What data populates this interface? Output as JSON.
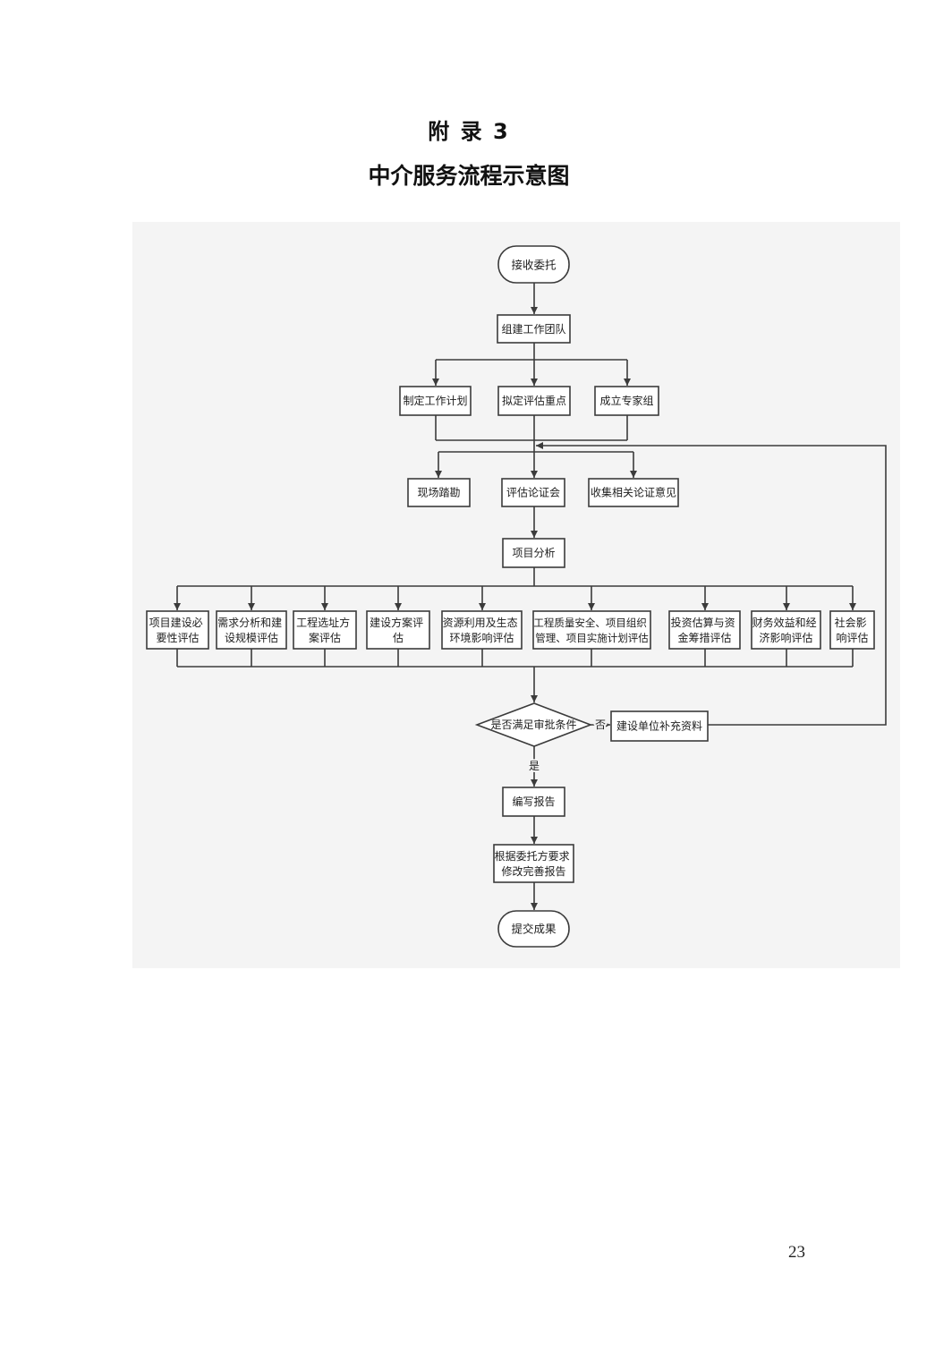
{
  "heading": {
    "appendix": "附 录 3",
    "title": "中介服务流程示意图"
  },
  "flowchart": {
    "start": "接收委托",
    "form_team": "组建工作团队",
    "preparation": {
      "work_plan": "制定工作计划",
      "assessment_focus": "拟定评估重点",
      "expert_group": "成立专家组"
    },
    "investigation": {
      "site_survey": "现场踏勘",
      "review_meeting": "评估论证会",
      "collect_opinions": "收集相关论证意见"
    },
    "project_analysis": "项目分析",
    "evaluations": [
      {
        "lines": [
          "项目建设必",
          "要性评估"
        ]
      },
      {
        "lines": [
          "需求分析和建",
          "设规模评估"
        ]
      },
      {
        "lines": [
          "工程选址方",
          "案评估"
        ]
      },
      {
        "lines": [
          "建设方案评",
          "估"
        ]
      },
      {
        "lines": [
          "资源利用及生态",
          "环境影响评估"
        ]
      },
      {
        "lines": [
          "工程质量安全、项目组织",
          "管理、项目实施计划评估"
        ]
      },
      {
        "lines": [
          "投资估算与资",
          "金筹措评估"
        ]
      },
      {
        "lines": [
          "财务效益和经",
          "济影响评估"
        ]
      },
      {
        "lines": [
          "社会影",
          "响评估"
        ]
      }
    ],
    "decision": {
      "question": "是否满足审批条件",
      "no": "否",
      "yes": "是"
    },
    "supplement": "建设单位补充资料",
    "write_report": "编写报告",
    "revise_report": {
      "lines": [
        "根据委托方要求",
        "修改完善报告"
      ]
    },
    "end": "提交成果"
  },
  "footer": {
    "page_number": "23"
  },
  "colors": {
    "line": "#3b3b3b",
    "box_fill": "#ffffff",
    "diagram_background": "#f4f4f4"
  }
}
